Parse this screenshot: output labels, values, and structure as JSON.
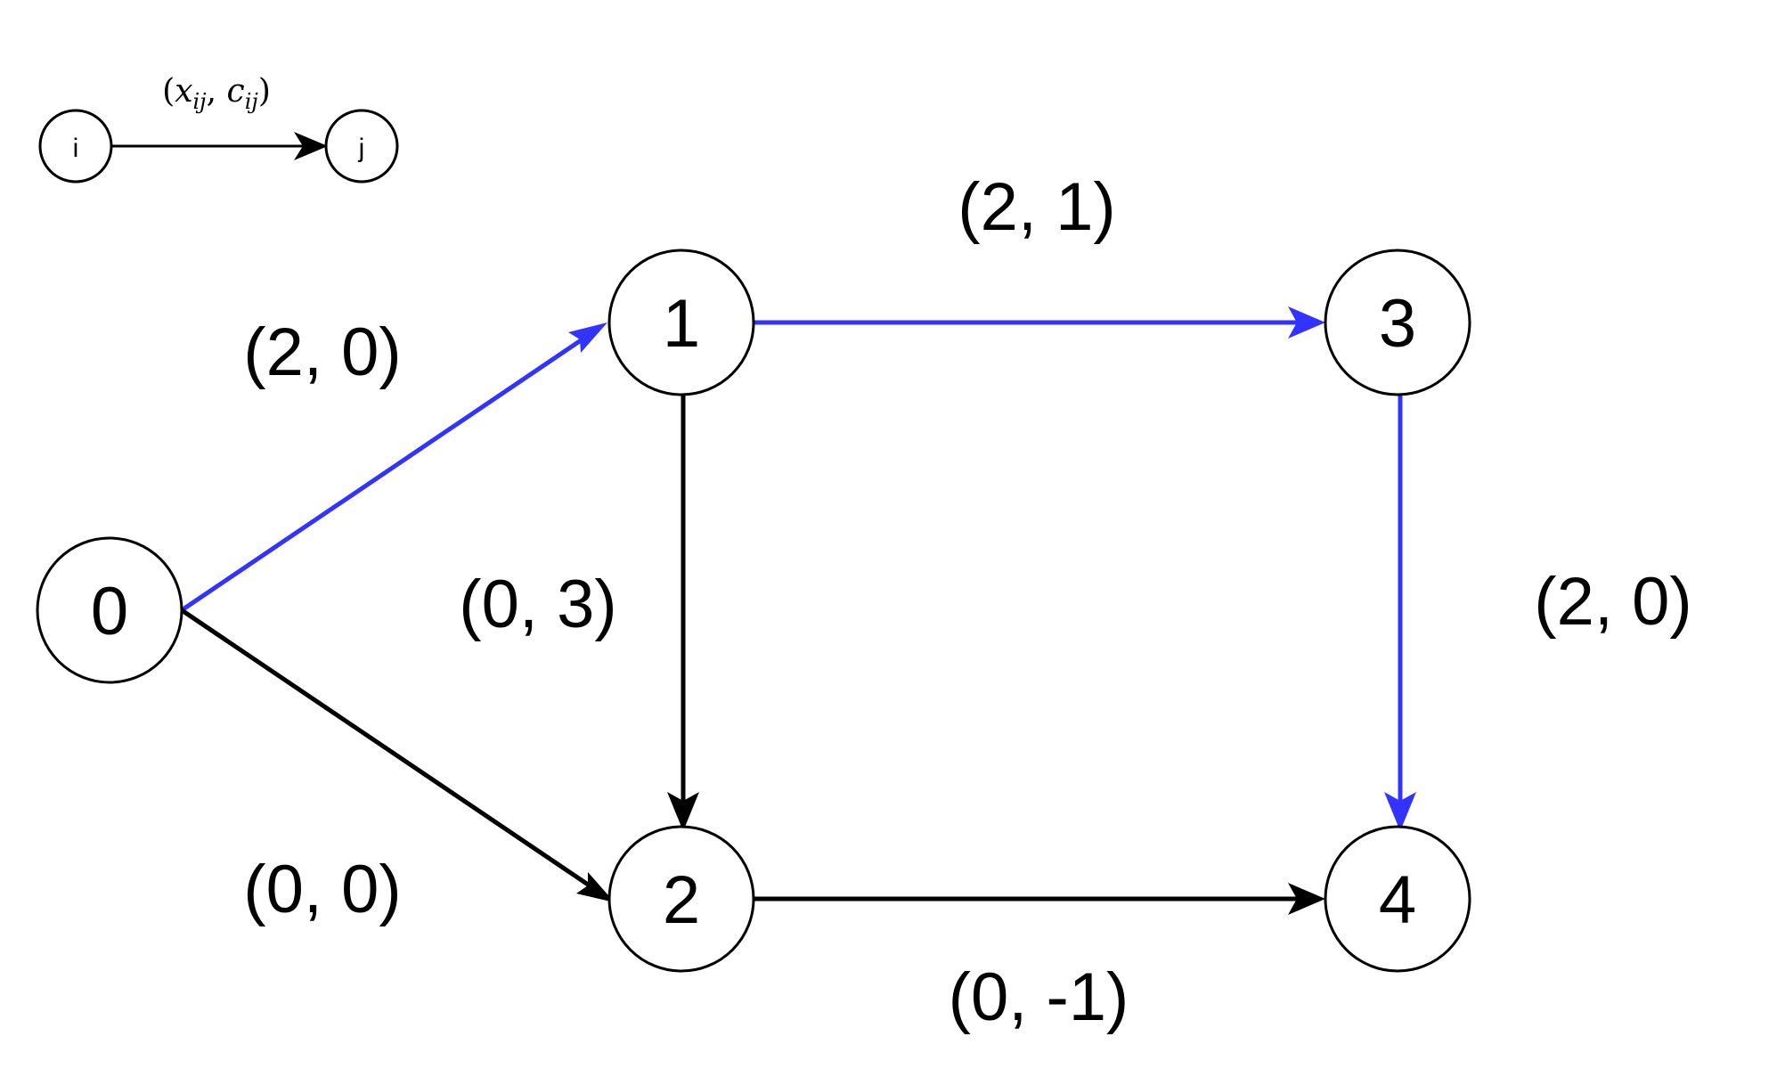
{
  "colors": {
    "highlight": "#3333ff",
    "default": "#000000"
  },
  "legend": {
    "from_label": "i",
    "to_label": "j",
    "edge_label": {
      "open": "(",
      "x": "x",
      "x_sub": "ij",
      "comma": ", ",
      "c": "c",
      "c_sub": "ij",
      "close": ")"
    }
  },
  "nodes": [
    {
      "id": "0",
      "label": "0"
    },
    {
      "id": "1",
      "label": "1"
    },
    {
      "id": "2",
      "label": "2"
    },
    {
      "id": "3",
      "label": "3"
    },
    {
      "id": "4",
      "label": "4"
    }
  ],
  "edges": [
    {
      "from": "0",
      "to": "1",
      "label": "(2, 0)",
      "highlighted": true
    },
    {
      "from": "0",
      "to": "2",
      "label": "(0, 0)",
      "highlighted": false
    },
    {
      "from": "1",
      "to": "3",
      "label": "(2, 1)",
      "highlighted": true
    },
    {
      "from": "1",
      "to": "2",
      "label": "(0, 3)",
      "highlighted": false
    },
    {
      "from": "3",
      "to": "4",
      "label": "(2, 0)",
      "highlighted": true
    },
    {
      "from": "2",
      "to": "4",
      "label": "(0, -1)",
      "highlighted": false
    }
  ]
}
